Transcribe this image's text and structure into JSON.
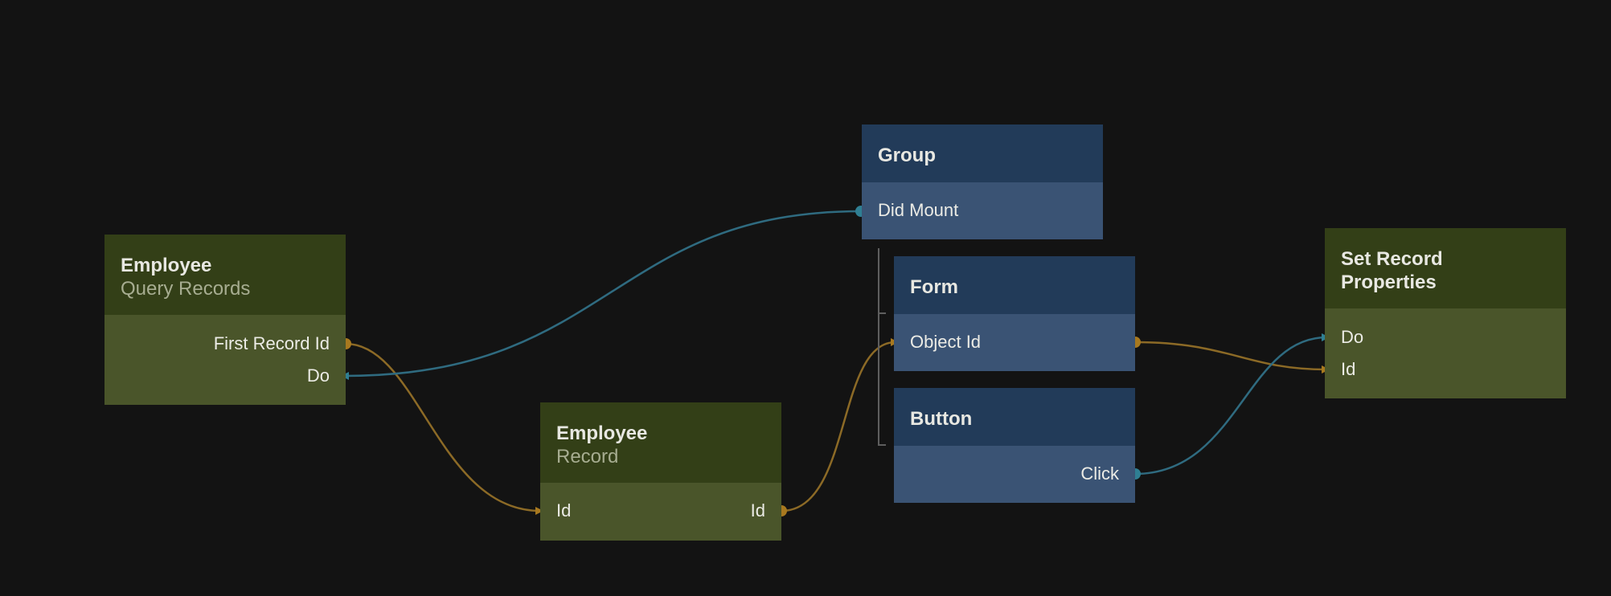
{
  "colors": {
    "background": "#131313",
    "data_header": "#333f17",
    "data_body": "#4a552a",
    "visual_header": "#223b59",
    "visual_body": "#3a5374",
    "data_wire": "#8c6a26",
    "signal_wire": "#2f6b80",
    "data_port": "#a8791f",
    "signal_port": "#2f7f93"
  },
  "nodes": {
    "query_records": {
      "title": "Employee",
      "subtitle": "Query Records",
      "port_first_record_id": "First Record Id",
      "port_do": "Do"
    },
    "record": {
      "title": "Employee",
      "subtitle": "Record",
      "port_id_in": "Id",
      "port_id_out": "Id"
    },
    "group": {
      "title": "Group",
      "port_did_mount": "Did Mount"
    },
    "form": {
      "title": "Form",
      "port_object_id": "Object Id"
    },
    "button": {
      "title": "Button",
      "port_click": "Click"
    },
    "set_record": {
      "title_line1": "Set Record",
      "title_line2": "Properties",
      "port_do": "Do",
      "port_id": "Id"
    }
  }
}
